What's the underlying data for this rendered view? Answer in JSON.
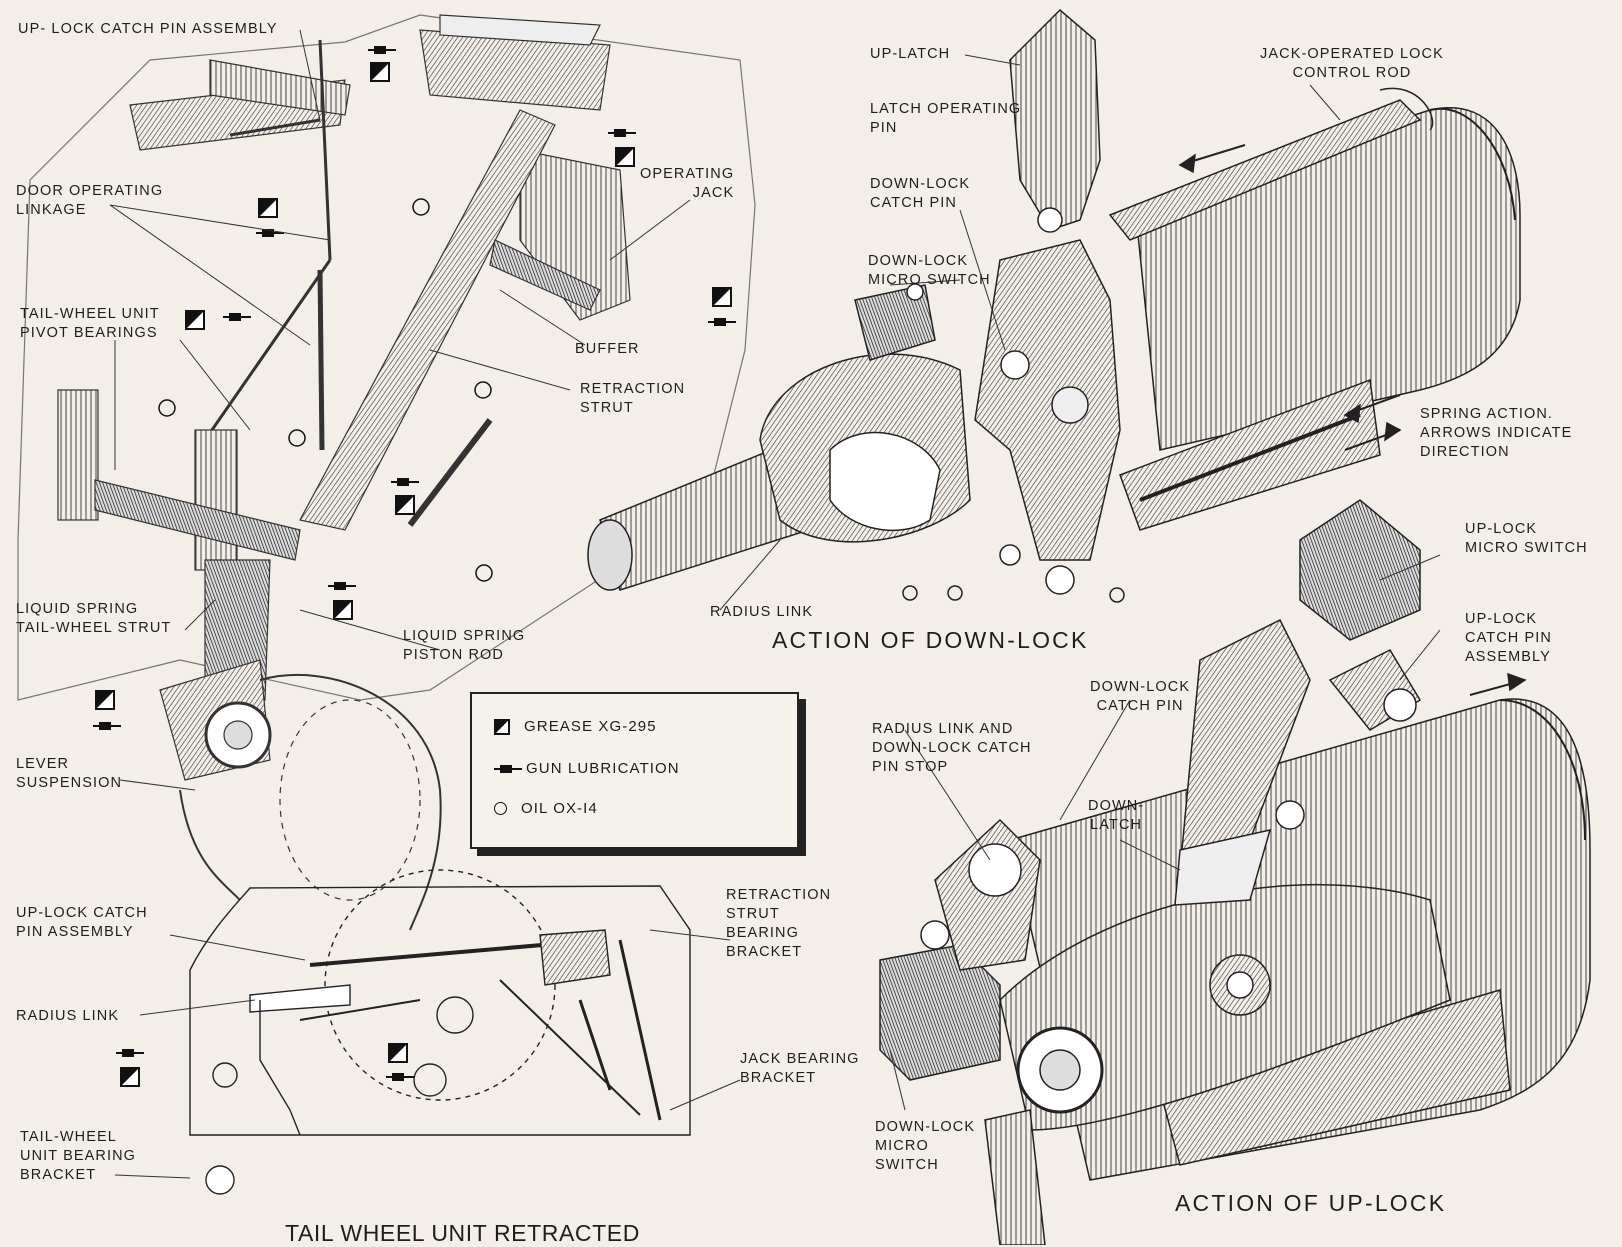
{
  "labels": {
    "uplock_catch_pin_assembly_top": "UP- LOCK CATCH PIN ASSEMBLY",
    "door_operating_linkage": "DOOR OPERATING\nLINKAGE",
    "operating_jack": "OPERATING\nJACK",
    "tail_wheel_pivot_bearings": "TAIL-WHEEL UNIT\nPIVOT BEARINGS",
    "buffer": "BUFFER",
    "retraction_strut": "RETRACTION\nSTRUT",
    "liquid_spring_tail_wheel_strut": "LIQUID SPRING\nTAIL-WHEEL STRUT",
    "liquid_spring_piston_rod": "LIQUID SPRING\nPISTON ROD",
    "lever_suspension": "LEVER\nSUSPENSION",
    "up_latch": "UP-LATCH",
    "latch_operating_pin": "LATCH OPERATING\nPIN",
    "jack_operated_lock_control_rod": "JACK-OPERATED LOCK\nCONTROL ROD",
    "down_lock_catch_pin_top": "DOWN-LOCK\nCATCH PIN",
    "down_lock_micro_switch_top": "DOWN-LOCK\nMICRO  SWITCH",
    "spring_action": "SPRING ACTION.\nARROWS INDICATE\nDIRECTION",
    "radius_link_top": "RADIUS LINK",
    "up_lock_micro_switch": "UP-LOCK\nMICRO  SWITCH",
    "up_lock_catch_pin_assembly_right": "UP-LOCK\nCATCH PIN\nASSEMBLY",
    "down_lock_catch_pin_mid": "DOWN-LOCK\nCATCH PIN",
    "radius_link_stop": "RADIUS LINK AND\nDOWN-LOCK CATCH\nPIN STOP",
    "down_latch": "DOWN-\nLATCH",
    "up_lock_catch_pin_assembly_left": "UP-LOCK CATCH\nPIN  ASSEMBLY",
    "retraction_strut_bearing_bracket": "RETRACTION\nSTRUT\nBEARING\nBRACKET",
    "radius_link_left": "RADIUS  LINK",
    "jack_bearing_bracket": "JACK BEARING\nBRACKET",
    "tail_wheel_unit_bearing_bracket": "TAIL-WHEEL\nUNIT BEARING\nBRACKET",
    "down_lock_micro_switch_bottom": "DOWN-LOCK\nMICRO\nSWITCH"
  },
  "captions": {
    "down_lock": "ACTION  OF  DOWN-LOCK",
    "up_lock": "ACTION  OF  UP-LOCK",
    "retracted": "TAIL WHEEL UNIT RETRACTED"
  },
  "legend": {
    "grease": "GREASE    XG-295",
    "gun": "GUN LUBRICATION",
    "oil": "OIL   OX-I4"
  }
}
